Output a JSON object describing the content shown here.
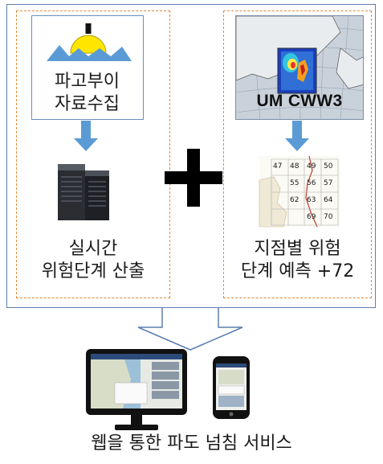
{
  "source_box": {
    "label_line1": "파고부이",
    "label_line2": "자료수집"
  },
  "server": {
    "label_line1": "실시간",
    "label_line2": "위험단계 산출"
  },
  "model": {
    "title": "UM CWW3"
  },
  "grid": {
    "cells": [
      "47",
      "48",
      "49",
      "50",
      "55",
      "56",
      "57",
      "62",
      "63",
      "64",
      "69",
      "70"
    ],
    "label_line1": "지점별 위험",
    "label_line2": "단계 예측 +72"
  },
  "plus_symbol": "+",
  "service": {
    "caption": "웹을 통한 파도 넘침 서비스"
  },
  "colors": {
    "arrow": "#5b9bd5",
    "dashed_border": "#e08a3c",
    "frame": "#5b7fae",
    "wave": "#5b9bd5",
    "buoy": "#ffe600"
  }
}
